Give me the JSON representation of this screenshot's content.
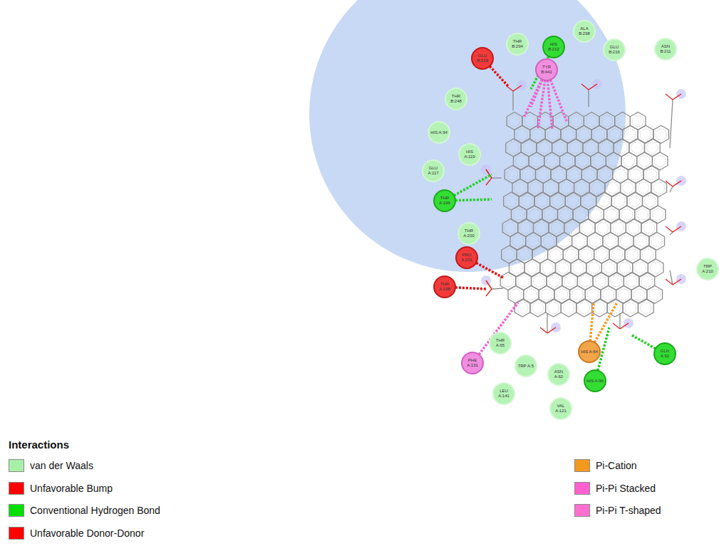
{
  "diagram": {
    "nodes": [
      {
        "text": [
          "ALA B:298"
        ]
      },
      {
        "text": [
          "THR B:294"
        ]
      },
      {
        "text": [
          "HIS B:212"
        ]
      },
      {
        "text": [
          "GLU B:216"
        ]
      },
      {
        "text": [
          "ASN B:211"
        ]
      },
      {
        "text": [
          "GLU B:219"
        ]
      },
      {
        "text": [
          "TYR B:441"
        ]
      },
      {
        "text": [
          "THR B:248"
        ]
      },
      {
        "text": [
          "HIS A:94"
        ]
      },
      {
        "text": [
          "HIS A:119"
        ]
      },
      {
        "text": [
          "GLU A:117"
        ]
      },
      {
        "text": [
          "THR A:199"
        ]
      },
      {
        "text": [
          "THR A:200"
        ]
      },
      {
        "text": [
          "PRO A:201"
        ]
      },
      {
        "text": [
          "TRP A:210"
        ]
      },
      {
        "text": [
          "THR A:198"
        ]
      },
      {
        "text": [
          "THR A:65"
        ]
      },
      {
        "text": [
          "HIS A:64"
        ]
      },
      {
        "text": [
          "GLN A:92"
        ]
      },
      {
        "text": [
          "PHE A:131"
        ]
      },
      {
        "text": [
          "TRP A:5"
        ]
      },
      {
        "text": [
          "ASN A:62"
        ]
      },
      {
        "text": [
          "HIS A:96"
        ]
      },
      {
        "text": [
          "LEU A:141"
        ]
      },
      {
        "text": [
          "VAL A:121"
        ]
      }
    ],
    "labels": [
      "Interactions"
    ],
    "legend": [
      {
        "text": "van der Waals",
        "color": "#a8f0a8"
      },
      {
        "text": "Unfavorable Bump",
        "color": "#ff0000"
      },
      {
        "text": "Conventional Hydrogen Bond",
        "color": "#00e000"
      },
      {
        "text": "Unfavorable Donor-Donor",
        "color": "#ff0000"
      },
      {
        "text": "Pi-Cation",
        "color": "#f39a1e"
      },
      {
        "text": "Pi-Pi Stacked",
        "color": "#ff5fcf"
      },
      {
        "text": "Pi-Pi T-shaped",
        "color": "#ff6fd0"
      }
    ]
  }
}
